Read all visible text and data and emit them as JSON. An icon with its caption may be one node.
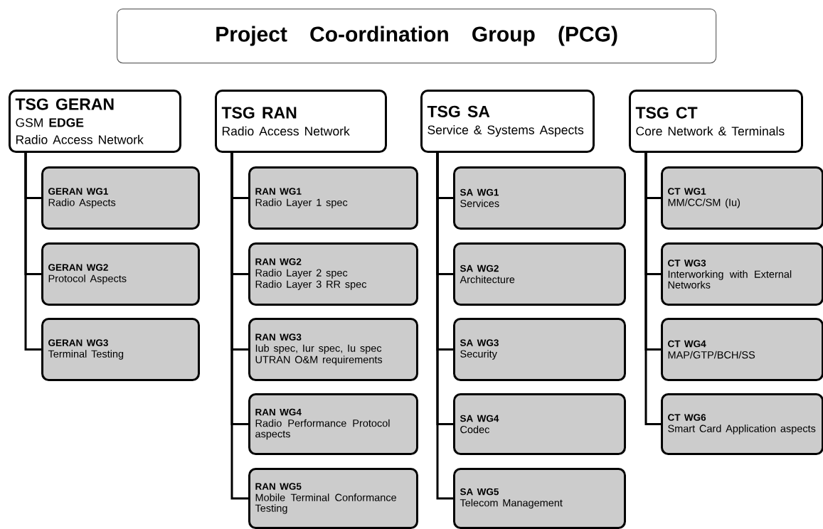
{
  "diagram": {
    "nodes": [
      {
        "text": [
          "Project Co-ordination Group (PCG)"
        ]
      },
      {
        "text": [
          "TSG GERAN",
          "GSM **EDGE**",
          "Radio Access Network"
        ]
      },
      {
        "text": [
          "GERAN WG1",
          "Radio Aspects"
        ]
      },
      {
        "text": [
          "GERAN WG2",
          "Protocol Aspects"
        ]
      },
      {
        "text": [
          "GERAN WG3",
          "Terminal Testing"
        ]
      },
      {
        "text": [
          "TSG RAN",
          "Radio Access Network"
        ]
      },
      {
        "text": [
          "RAN WG1",
          "Radio Layer 1 spec"
        ]
      },
      {
        "text": [
          "RAN WG2",
          "Radio Layer 2 spec",
          "Radio Layer 3 RR spec"
        ]
      },
      {
        "text": [
          "RAN WG3",
          "Iub spec, Iur spec, Iu spec",
          "UTRAN O&M requirements"
        ]
      },
      {
        "text": [
          "RAN WG4",
          "Radio Performance Protocol aspects"
        ]
      },
      {
        "text": [
          "RAN WG5",
          "Mobile Terminal Conformance Testing"
        ]
      },
      {
        "text": [
          "TSG SA",
          "Service & Systems Aspects"
        ]
      },
      {
        "text": [
          "SA WG1",
          "Services"
        ]
      },
      {
        "text": [
          "SA WG2",
          "Architecture"
        ]
      },
      {
        "text": [
          "SA WG3",
          "Security"
        ]
      },
      {
        "text": [
          "SA WG4",
          "Codec"
        ]
      },
      {
        "text": [
          "SA WG5",
          "Telecom Management"
        ]
      },
      {
        "text": [
          "TSG CT",
          "Core Network & Terminals"
        ]
      },
      {
        "text": [
          "CT WG1",
          "MM/CC/SM (Iu)"
        ]
      },
      {
        "text": [
          "CT WG3",
          "Interworking with External Networks"
        ]
      },
      {
        "text": [
          "CT WG4",
          "MAP/GTP/BCH/SS"
        ]
      },
      {
        "text": [
          "CT WG6",
          "Smart Card Application aspects"
        ]
      }
    ],
    "edges": [
      {
        "from": 1,
        "to": 2,
        "arrow": "none"
      },
      {
        "from": 1,
        "to": 3,
        "arrow": "none"
      },
      {
        "from": 1,
        "to": 4,
        "arrow": "none"
      },
      {
        "from": 5,
        "to": 6,
        "arrow": "none"
      },
      {
        "from": 5,
        "to": 7,
        "arrow": "none"
      },
      {
        "from": 5,
        "to": 8,
        "arrow": "none"
      },
      {
        "from": 5,
        "to": 9,
        "arrow": "none"
      },
      {
        "from": 5,
        "to": 10,
        "arrow": "none"
      },
      {
        "from": 11,
        "to": 12,
        "arrow": "none"
      },
      {
        "from": 11,
        "to": 13,
        "arrow": "none"
      },
      {
        "from": 11,
        "to": 14,
        "arrow": "none"
      },
      {
        "from": 11,
        "to": 15,
        "arrow": "none"
      },
      {
        "from": 11,
        "to": 16,
        "arrow": "none"
      },
      {
        "from": 17,
        "to": 18,
        "arrow": "none"
      },
      {
        "from": 17,
        "to": 19,
        "arrow": "none"
      },
      {
        "from": 17,
        "to": 20,
        "arrow": "none"
      },
      {
        "from": 17,
        "to": 21,
        "arrow": "none"
      }
    ]
  }
}
